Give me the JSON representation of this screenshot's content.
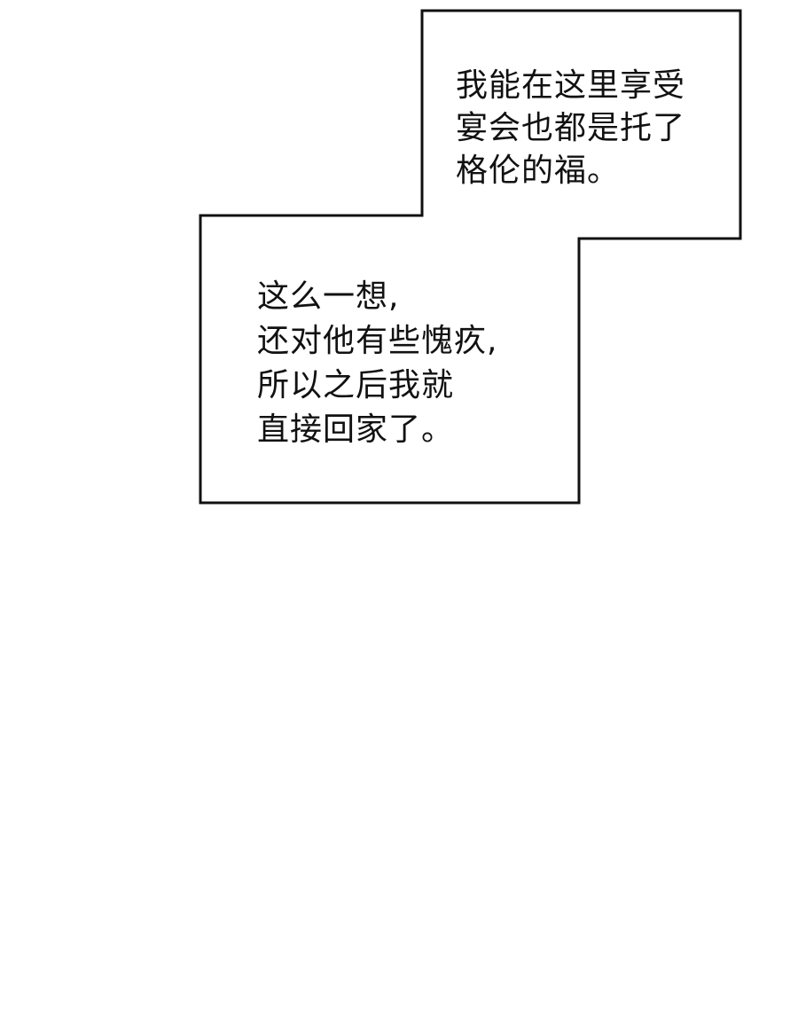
{
  "colors": {
    "background": "#ffffff",
    "border": "#111111",
    "text": "#111111"
  },
  "captions": [
    {
      "lines": [
        "我能在这里享受",
        "宴会也都是托了",
        "格伦的福。"
      ]
    },
    {
      "lines": [
        "这么一想,",
        "还对他有些愧疚,",
        "所以之后我就",
        "直接回家了。"
      ]
    }
  ]
}
